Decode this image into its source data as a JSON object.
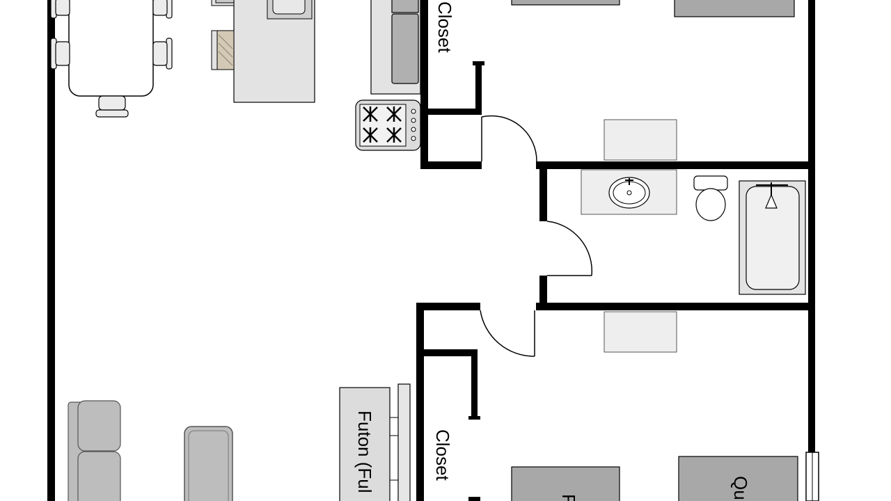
{
  "plan": {
    "labels": {
      "closet_top": "Closet",
      "closet_bottom": "Closet",
      "futon": "Futon (Ful",
      "bed_right": "Qu",
      "bed_left": "F"
    },
    "colors": {
      "wall": "#000000",
      "furniture_fill": "#e3e3e3",
      "furniture_dark": "#a8a8a8",
      "background": "#ffffff"
    }
  }
}
